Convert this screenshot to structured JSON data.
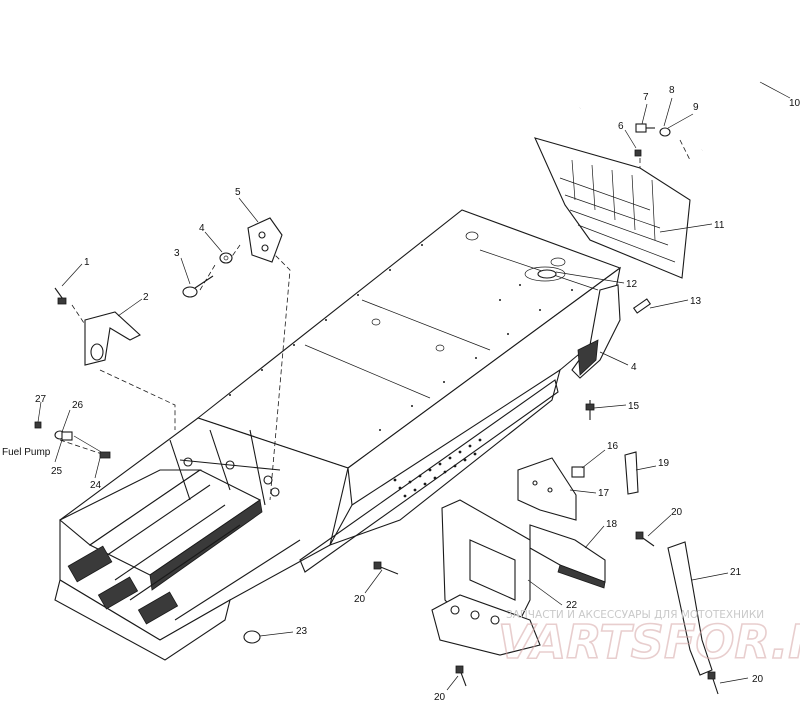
{
  "callouts": [
    {
      "id": "c1",
      "text": "1"
    },
    {
      "id": "c2",
      "text": "2"
    },
    {
      "id": "c3",
      "text": "3"
    },
    {
      "id": "c4a",
      "text": "4"
    },
    {
      "id": "c4b",
      "text": "4"
    },
    {
      "id": "c5",
      "text": "5"
    },
    {
      "id": "c6",
      "text": "6"
    },
    {
      "id": "c7",
      "text": "7"
    },
    {
      "id": "c8",
      "text": "8"
    },
    {
      "id": "c9",
      "text": "9"
    },
    {
      "id": "c10",
      "text": "10"
    },
    {
      "id": "c11",
      "text": "11"
    },
    {
      "id": "c12",
      "text": "12"
    },
    {
      "id": "c13",
      "text": "13"
    },
    {
      "id": "c15",
      "text": "15"
    },
    {
      "id": "c16",
      "text": "16"
    },
    {
      "id": "c17",
      "text": "17"
    },
    {
      "id": "c18",
      "text": "18"
    },
    {
      "id": "c19",
      "text": "19"
    },
    {
      "id": "c20a",
      "text": "20"
    },
    {
      "id": "c20b",
      "text": "20"
    },
    {
      "id": "c20c",
      "text": "20"
    },
    {
      "id": "c20d",
      "text": "20"
    },
    {
      "id": "c21",
      "text": "21"
    },
    {
      "id": "c22",
      "text": "22"
    },
    {
      "id": "c23",
      "text": "23"
    },
    {
      "id": "c24",
      "text": "24"
    },
    {
      "id": "c25",
      "text": "25"
    },
    {
      "id": "c26",
      "text": "26"
    },
    {
      "id": "c27",
      "text": "27"
    }
  ],
  "labels": {
    "fuel_pump": "Fuel Pump"
  },
  "watermark": {
    "text": "ЗАПЧАСТИ И АКСЕССУАРЫ ДЛЯ МОТОТЕХНИКИ",
    "logo": "VARTSFOR.RU"
  },
  "colors": {
    "ink": "#1a1a1a",
    "background": "#ffffff",
    "watermark_text": "#c9c9c9",
    "watermark_logo": "#d6a7a7"
  }
}
